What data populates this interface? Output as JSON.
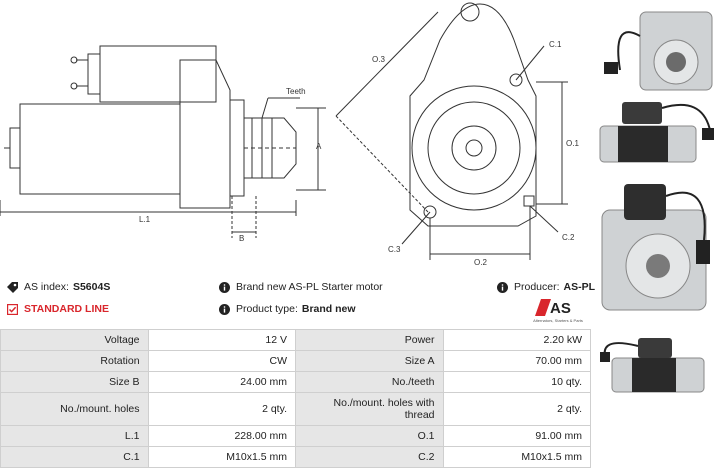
{
  "drawing": {
    "labels": {
      "teeth": "Teeth",
      "a": "A",
      "b": "B",
      "l1": "L.1",
      "o3": "O.3",
      "c1": "C.1",
      "o1": "O.1",
      "c2": "C.2",
      "c3": "C.3",
      "o2": "O.2"
    }
  },
  "info": {
    "as_index_label": "AS index:",
    "as_index_value": "S5604S",
    "description": "Brand new AS-PL Starter motor",
    "producer_label": "Producer:",
    "producer_value": "AS-PL",
    "standard_line": "STANDARD LINE",
    "product_type_label": "Product type:",
    "product_type_value": "Brand new"
  },
  "logo": {
    "mark": "AS",
    "caption": "Alternators, Starters & Parts"
  },
  "specs": [
    {
      "l1": "Voltage",
      "v1": "12 V",
      "l2": "Power",
      "v2": "2.20 kW"
    },
    {
      "l1": "Rotation",
      "v1": "CW",
      "l2": "Size A",
      "v2": "70.00 mm"
    },
    {
      "l1": "Size B",
      "v1": "24.00 mm",
      "l2": "No./teeth",
      "v2": "10 qty."
    },
    {
      "l1": "No./mount. holes",
      "v1": "2 qty.",
      "l2": "No./mount. holes with thread",
      "v2": "2 qty."
    },
    {
      "l1": "L.1",
      "v1": "228.00 mm",
      "l2": "O.1",
      "v2": "91.00 mm"
    },
    {
      "l1": "C.1",
      "v1": "M10x1.5 mm",
      "l2": "C.2",
      "v2": "M10x1.5 mm"
    }
  ],
  "colors": {
    "accent": "#d9262c",
    "label_bg": "#e6e6e6",
    "border": "#cfcfcf"
  },
  "icons": [
    "tag-icon",
    "info-icon",
    "check-square-icon",
    "as-pl-logo"
  ]
}
